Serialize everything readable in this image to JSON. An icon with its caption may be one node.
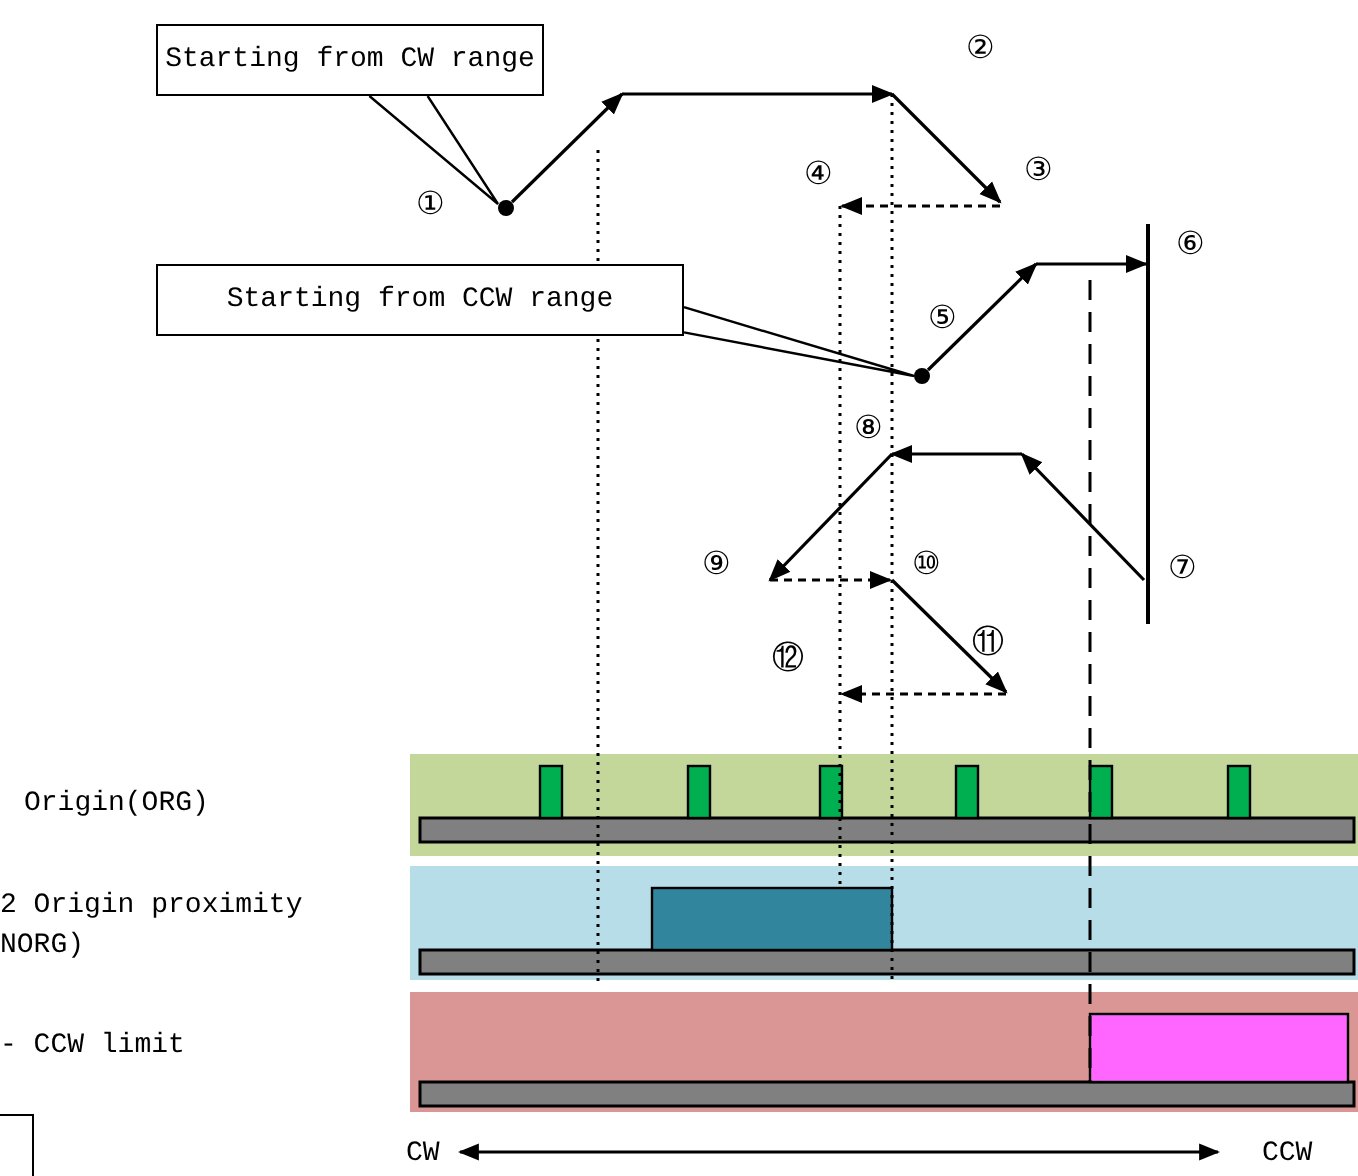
{
  "diagram": {
    "nodes": [
      {
        "text": [
          "Starting from CW range"
        ]
      },
      {
        "text": [
          "Starting from CCW range"
        ]
      },
      {
        "text": [],
        "shape": "box"
      }
    ],
    "edges": [
      {
        "from": 0,
        "to": null,
        "arrow": "none"
      },
      {
        "from": 1,
        "to": null,
        "arrow": "none"
      }
    ],
    "labels": [
      "①",
      "②",
      "③",
      "④",
      "⑤",
      "⑥",
      "⑦",
      "⑧",
      "⑨",
      "⑩",
      "⑪",
      "⑫",
      "Origin(ORG)",
      "2 Origin proximity NORG)",
      "- CCW limit",
      "CW",
      "CCW"
    ]
  }
}
